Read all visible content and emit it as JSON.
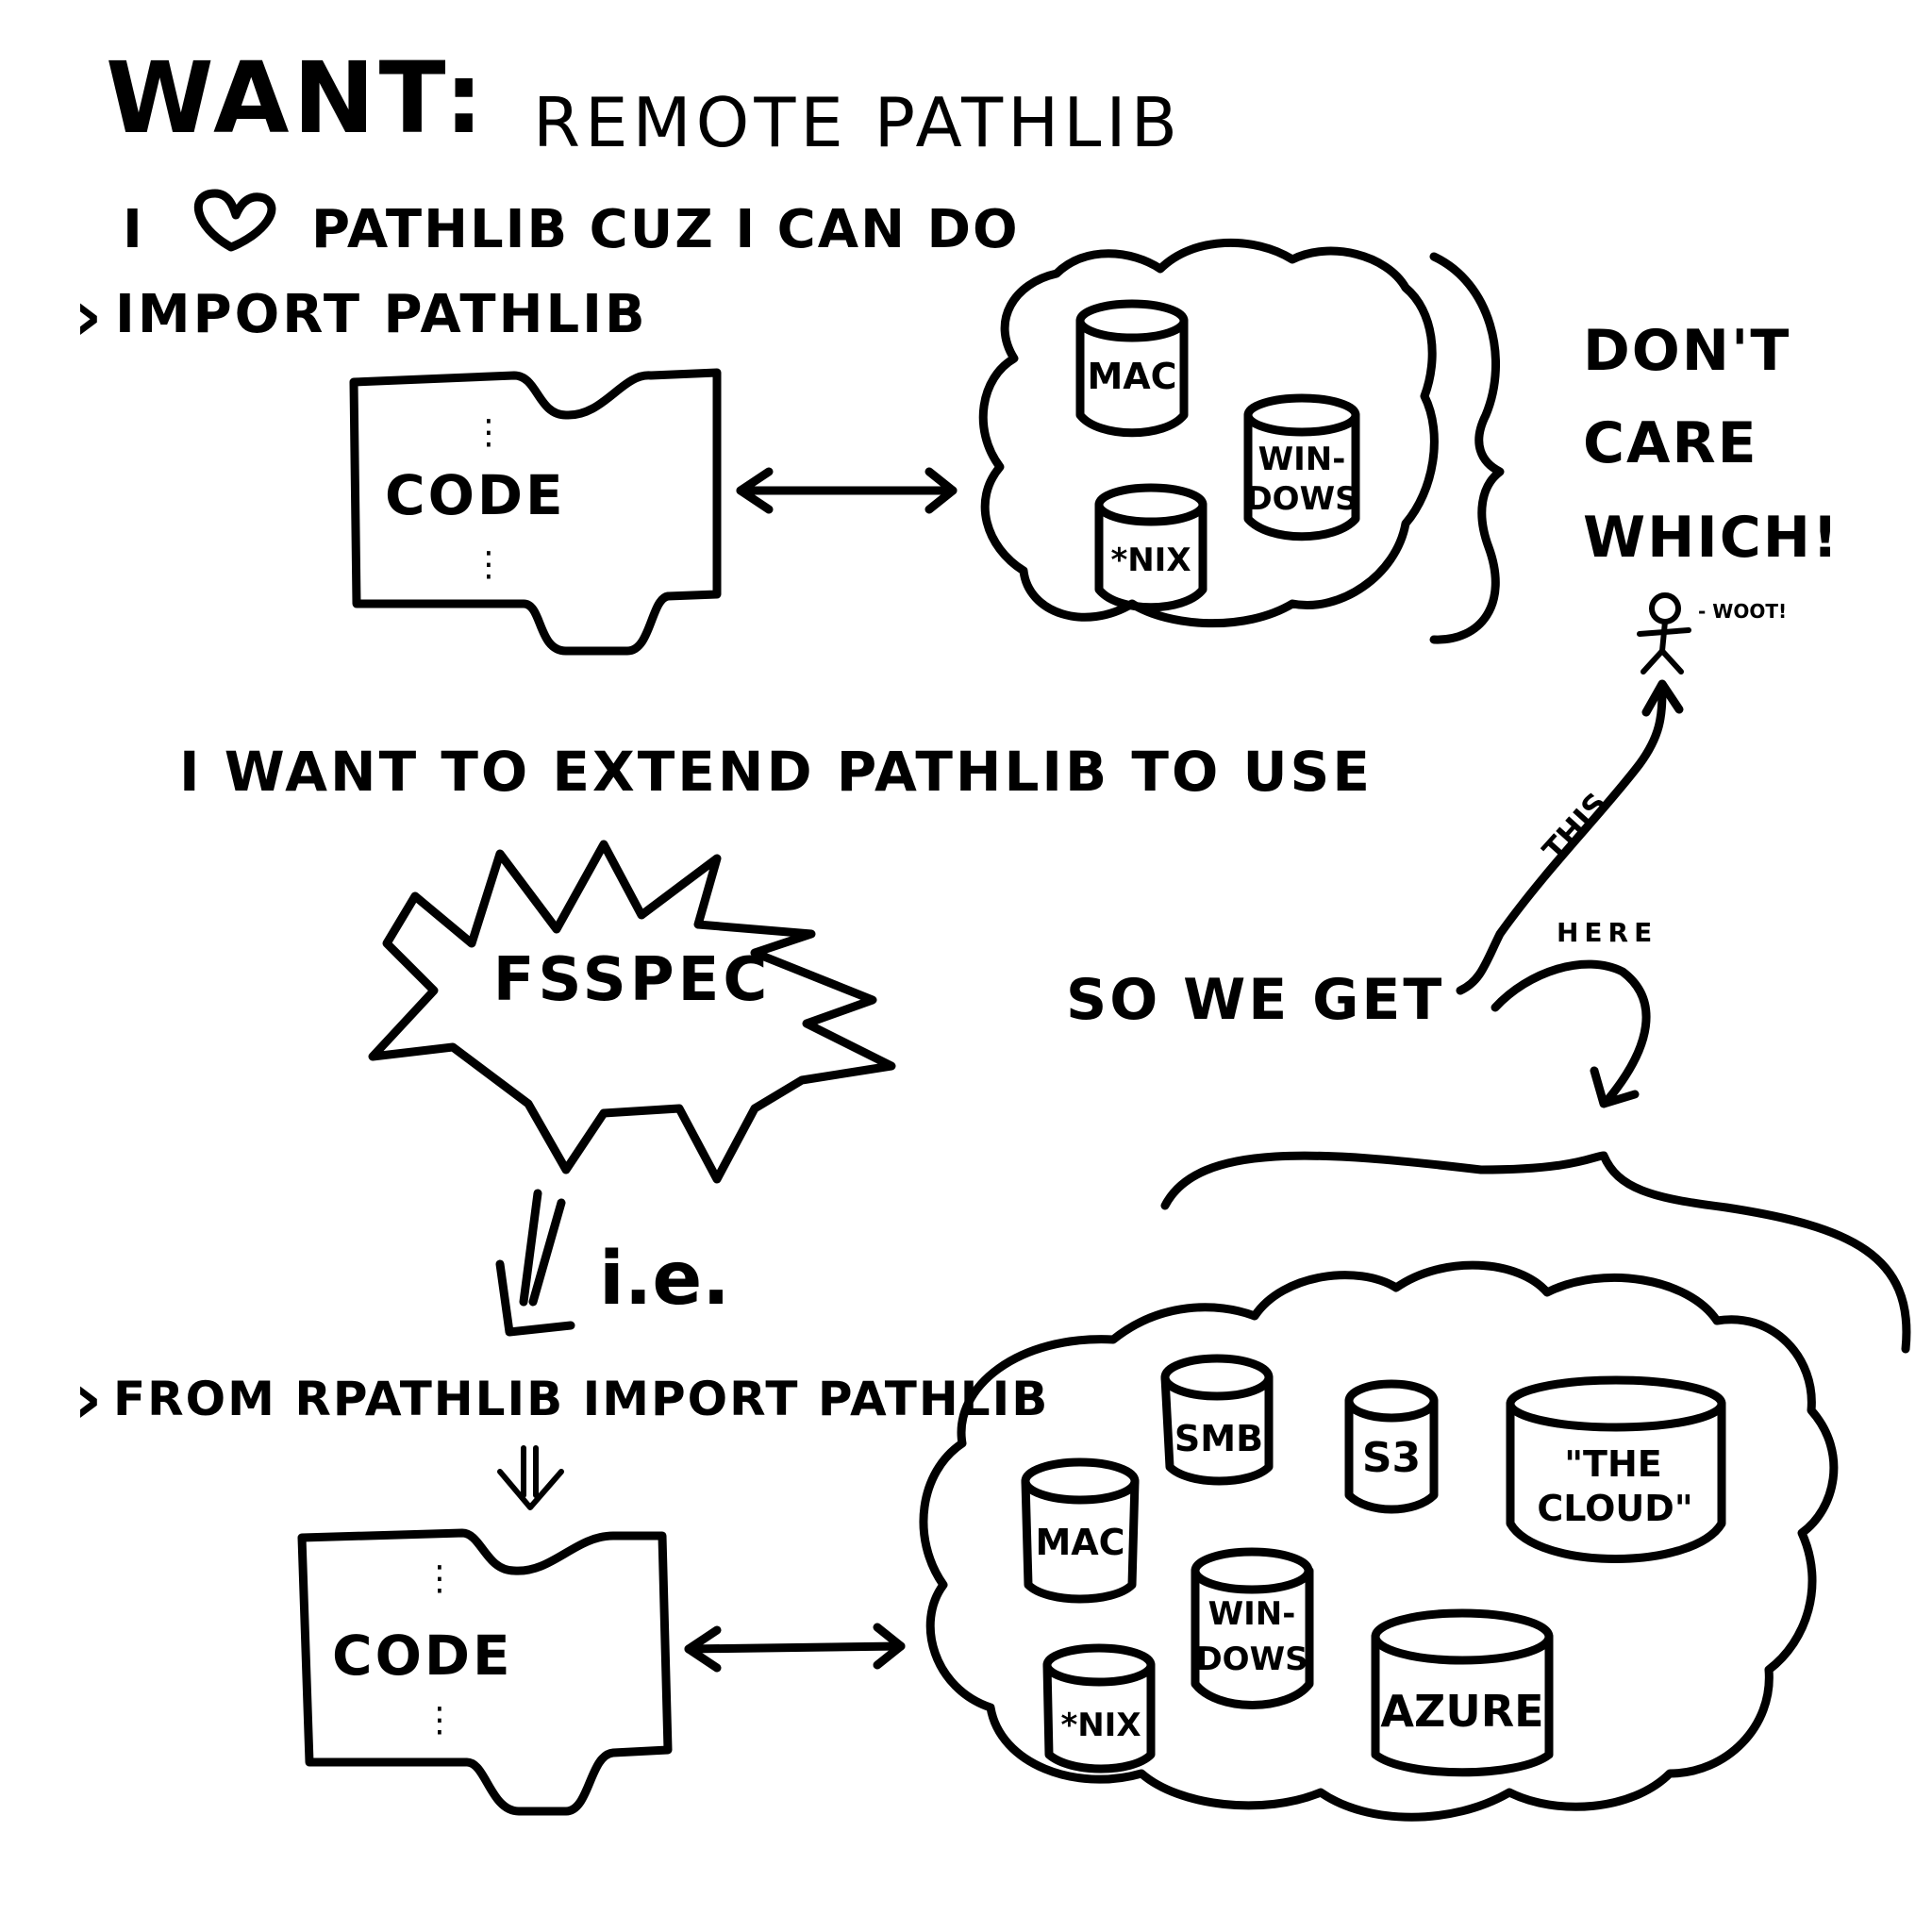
{
  "title": {
    "want": "WANT:",
    "subject": "REMOTE PATHLIB"
  },
  "intro": {
    "line_before_heart": "I",
    "heart_icon": "heart-icon",
    "line_after_heart": "PATHLIB CUZ I CAN DO"
  },
  "top_command": {
    "prompt": "›",
    "text": "IMPORT PATHLIB"
  },
  "top_code_label": "CODE",
  "top_cloud": {
    "drives": [
      "MAC",
      "WIN-",
      "DOWS",
      "*NIX"
    ]
  },
  "dont_care": [
    "DON'T",
    "CARE",
    "WHICH!"
  ],
  "stick_figure": {
    "icon": "stick-figure-icon",
    "caption": "- WOOT!"
  },
  "middle_line": "I WANT TO EXTEND PATHLIB TO USE",
  "burst_label": "FSSPEC",
  "so_we_get": "SO WE GET",
  "arrow_this": "THIS",
  "arrow_here": "HERE",
  "ie": "i.e.",
  "bottom_command": {
    "prompt": "›",
    "text": "FROM RPATHLIB IMPORT PATHLIB"
  },
  "bottom_code_label": "CODE",
  "bottom_cloud": {
    "drives": [
      "SMB",
      "S3",
      "\"THE",
      "CLOUD\"",
      "MAC",
      "WIN-",
      "DOWS",
      "*NIX",
      "AZURE"
    ]
  }
}
